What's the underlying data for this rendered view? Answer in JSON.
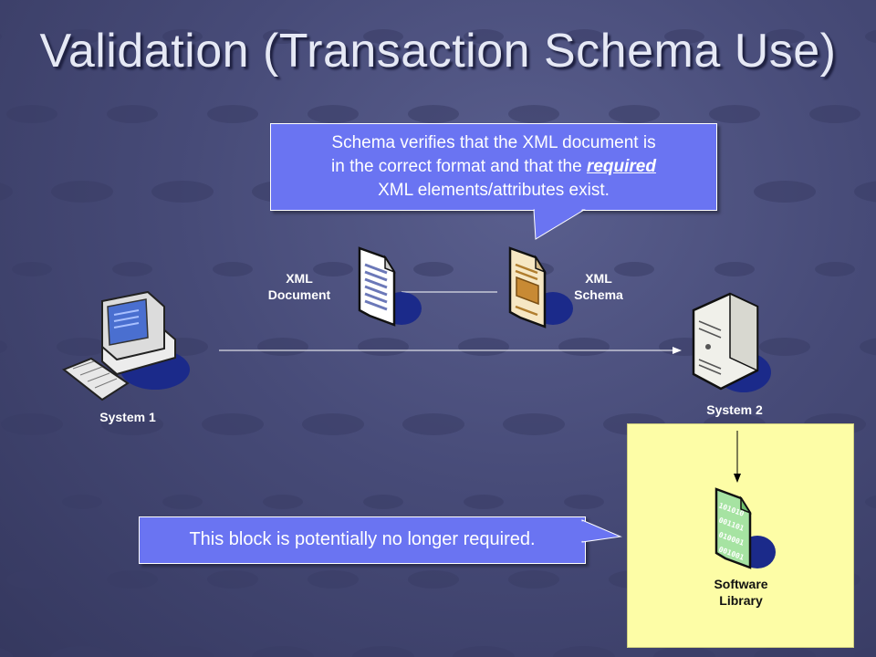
{
  "slide": {
    "title": "Validation (Transaction Schema Use)",
    "callout_top": {
      "line1": "Schema verifies that the XML document is",
      "line2_prefix": "in the correct format and that the ",
      "line2_emphasis": "required",
      "line3": "XML elements/attributes exist."
    },
    "callout_bottom": "This block is potentially no longer required.",
    "labels": {
      "xml_document_line1": "XML",
      "xml_document_line2": "Document",
      "xml_schema_line1": "XML",
      "xml_schema_line2": "Schema",
      "system1": "System 1",
      "system2": "System 2",
      "software_library_line1": "Software",
      "software_library_line2": "Library"
    },
    "binary_text": [
      "101010",
      "001101",
      "010001",
      "001001"
    ],
    "icons": [
      "desktop-computer-icon",
      "xml-document-icon",
      "xml-schema-icon",
      "server-tower-icon",
      "binary-file-icon"
    ],
    "colors": {
      "background": "#474b78",
      "callout": "#6a74f2",
      "library_box": "#fdfda6",
      "title": "#e6e9f5"
    }
  }
}
